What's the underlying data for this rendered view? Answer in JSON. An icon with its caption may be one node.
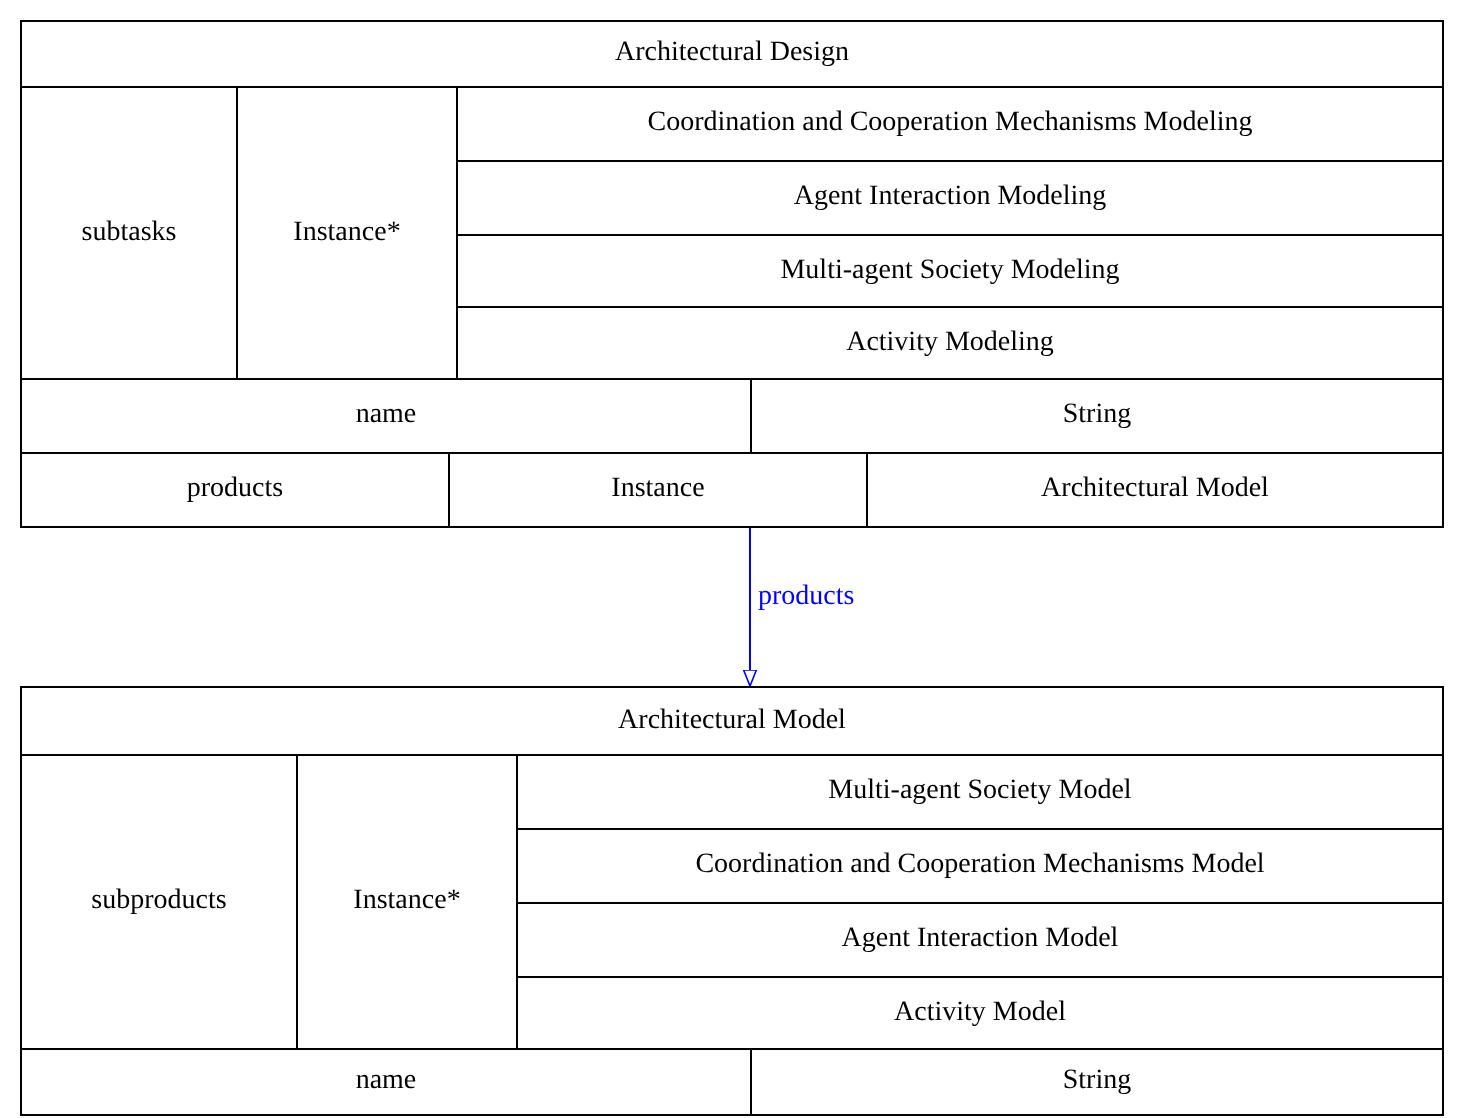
{
  "diagram": {
    "nodes": [
      {
        "text": [
          "Architectural Design",
          "subtasks",
          "Instance*",
          "Coordination and Cooperation Mechanisms Modeling",
          "Agent Interaction Modeling",
          "Multi-agent Society Modeling",
          "Activity Modeling",
          "name",
          "String",
          "products",
          "Instance",
          "Architectural Model"
        ]
      },
      {
        "text": [
          "Architectural Model",
          "subproducts",
          "Instance*",
          "Multi-agent Society Model",
          "Coordination and Cooperation Mechanisms Model",
          "Agent Interaction Model",
          "Activity Model",
          "name",
          "String"
        ]
      }
    ],
    "edges": [
      {
        "from": 0,
        "to": 1,
        "arrow": "to",
        "label": "products",
        "color": "#0000ff"
      }
    ]
  }
}
